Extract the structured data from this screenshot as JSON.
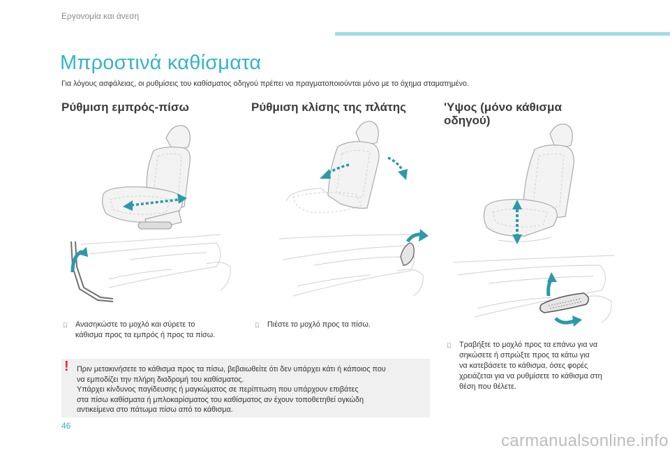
{
  "header": {
    "section": "Εργονομία και άνεση"
  },
  "page": {
    "title": "Μπροστινά καθίσματα",
    "intro": "Για λόγους ασφάλειας, οι ρυθμίσεις του καθίσματος οδηγού πρέπει να πραγματοποιούνται μόνο με το όχημα σταματημένο.",
    "number": "46"
  },
  "columns": [
    {
      "title": "Ρύθμιση εμπρός-πίσω",
      "bullet": "",
      "step_lines": [
        "Ανασηκώστε το μοχλό και σύρετε το",
        "κάθισμα προς τα εμπρός ή προς τα πίσω."
      ]
    },
    {
      "title": "Ρύθμιση κλίσης της πλάτης",
      "bullet": "",
      "step_lines": [
        "Πιέστε το μοχλό προς τα πίσω."
      ]
    },
    {
      "title_lines": [
        "'Υψος (μόνο κάθισμα",
        "οδηγού)"
      ],
      "bullet": "",
      "step_lines": [
        "Τραβήξτε το μοχλό προς τα επάνω για να",
        "σηκώσετε ή σπρώξτε προς τα κάτω για",
        "να κατεβάσετε το κάθισμα, όσες φορές",
        "χρειάζεται για να ρυθμίσετε το κάθισμα στη",
        "θέση που θέλετε."
      ]
    }
  ],
  "warning": {
    "icon_glyph": "!",
    "lines": [
      "Πριν μετακινήσετε το κάθισμα προς τα πίσω, βεβαιωθείτε ότι δεν υπάρχει κάτι ή κάποιος που",
      "να εμποδίζει την πλήρη διαδρομή του καθίσματος.",
      "Υπάρχει κίνδυνος παγίδευσης ή μαγκώματος σε περίπτωση που υπάρχουν επιβάτες",
      "στα πίσω καθίσματα ή μπλοκαρίσματος του καθίσματος αν έχουν τοποθετηθεί ογκώδη",
      "αντικείμενα στο πάτωμα πίσω από το κάθισμα."
    ]
  },
  "watermark": "carmanualsonline.info",
  "colors": {
    "accent": "#35b4c8",
    "arrow": "#2b9aa8",
    "warning": "#e5283d",
    "header_rule": "#9fdbe6"
  }
}
